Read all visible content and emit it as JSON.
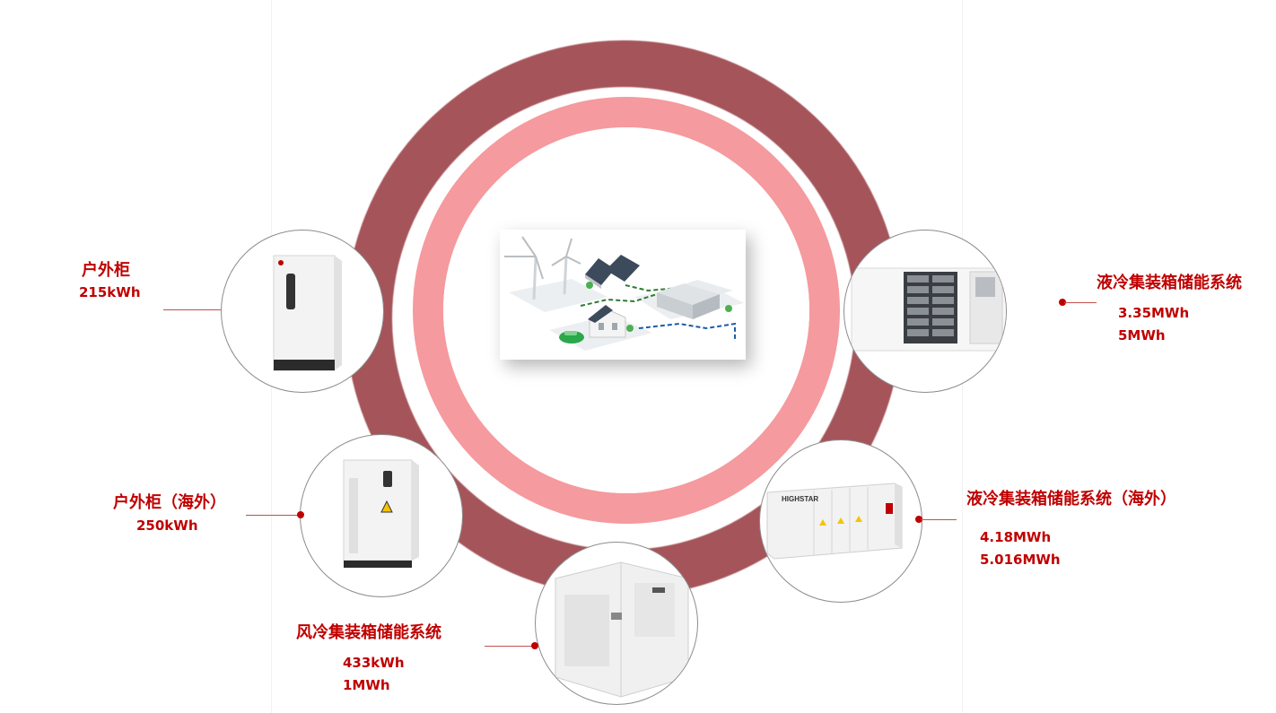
{
  "products": [
    {
      "title": "户外柜",
      "values": [
        "215kWh"
      ]
    },
    {
      "title": "户外柜（海外）",
      "values": [
        "250kWh"
      ]
    },
    {
      "title": "风冷集装箱储能系统",
      "values": [
        "433kWh",
        "1MWh"
      ]
    },
    {
      "title": "液冷集装箱储能系统",
      "values": [
        "3.35MWh",
        "5MWh"
      ]
    },
    {
      "title": "液冷集装箱储能系统（海外）",
      "values": [
        "4.18MWh",
        "5.016MWh"
      ]
    }
  ],
  "logo_text": "HIGHSTAR",
  "colors": {
    "ring_outer": "#a5545a",
    "ring_inner": "#f59a9e",
    "label_red": "#c00000",
    "leader_line": "#c0504d"
  },
  "icons": [
    "wind-turbine-icon",
    "solar-panel-icon",
    "house-icon",
    "electric-car-icon",
    "battery-container-icon",
    "outdoor-cabinet-icon"
  ]
}
